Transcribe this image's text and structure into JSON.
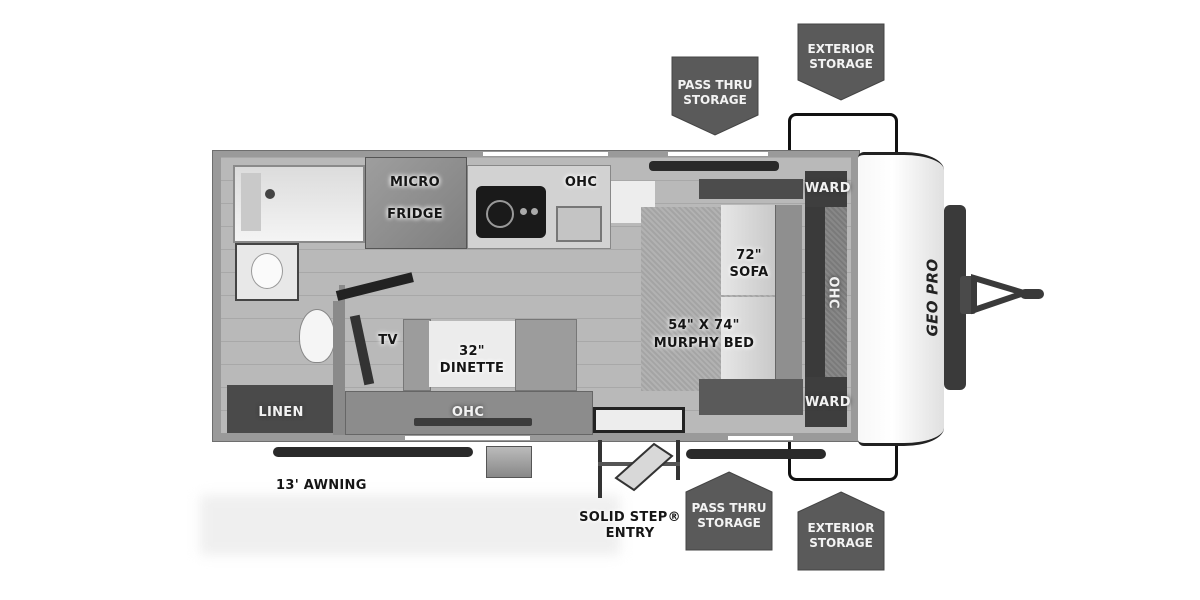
{
  "diagram": {
    "type": "rv-floorplan",
    "brand_logo_text": "GEO PRO"
  },
  "labels": {
    "micro": "MICRO",
    "fridge": "FRIDGE",
    "ohc_kitchen": "OHC",
    "tv": "TV",
    "dinette_size": "32\"",
    "dinette": "DINETTE",
    "linen": "LINEN",
    "ohc_dinette": "OHC",
    "sofa_size": "72\"",
    "sofa": "SOFA",
    "bed_size": "54\" X 74\"",
    "murphy_bed": "MURPHY BED",
    "ward_top": "WARD",
    "ward_bottom": "WARD",
    "ohc_front": "OHC",
    "awning": "13' AWNING",
    "entry_line1": "SOLID STEP®",
    "entry_line2": "ENTRY"
  },
  "badges": [
    {
      "line1": "PASS THRU",
      "line2": "STORAGE",
      "position": "top-left"
    },
    {
      "line1": "EXTERIOR",
      "line2": "STORAGE",
      "position": "top-right"
    },
    {
      "line1": "PASS THRU",
      "line2": "STORAGE",
      "position": "bottom-left"
    },
    {
      "line1": "EXTERIOR",
      "line2": "STORAGE",
      "position": "bottom-right"
    }
  ],
  "colors": {
    "badge_fill": "#5a5a5a",
    "wall": "#8f8f8f",
    "cabinet_dark": "#4a4a4a",
    "label_text": "#151515"
  }
}
